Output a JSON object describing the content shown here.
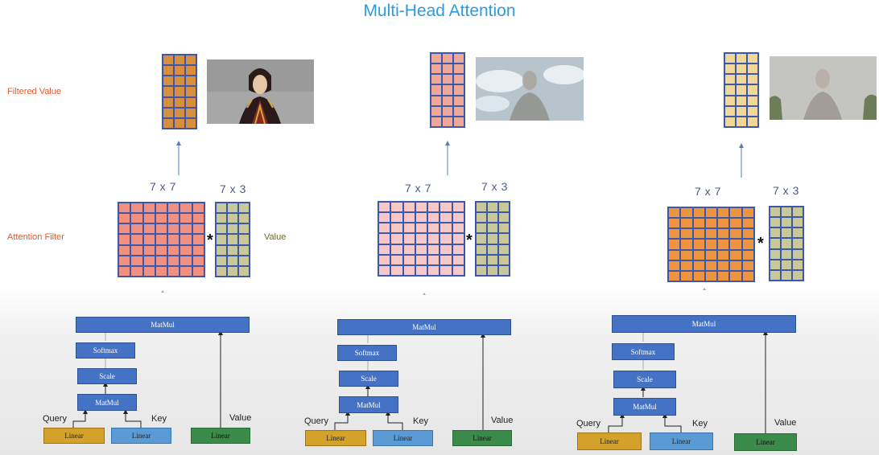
{
  "title": "Multi-Head Attention",
  "labels": {
    "filtered_value": "Filtered Value",
    "attention_filter": "Attention Filter",
    "value": "Value"
  },
  "heads": [
    {
      "attn_dim": "7 x 7",
      "value_dim": "7 x 3",
      "op": "*",
      "attn_color": "#f09080",
      "value_color": "#c8c89a",
      "filtered_color": "#d98e3e",
      "blocks": {
        "matmul_top": "MatMul",
        "softmax": "Softmax",
        "scale": "Scale",
        "matmul": "MatMul",
        "linear_q": "Linear",
        "linear_k": "Linear",
        "linear_v": "Linear"
      },
      "inputs": {
        "query": "Query",
        "key": "Key",
        "value": "Value"
      }
    },
    {
      "attn_dim": "7 x 7",
      "value_dim": "7 x 3",
      "op": "*",
      "attn_color": "#f8c8c8",
      "value_color": "#c8c89a",
      "filtered_color": "#eea898",
      "blocks": {
        "matmul_top": "MatMul",
        "softmax": "Softmax",
        "scale": "Scale",
        "matmul": "MatMul",
        "linear_q": "Linear",
        "linear_k": "Linear",
        "linear_v": "Linear"
      },
      "inputs": {
        "query": "Query",
        "key": "Key",
        "value": "Value"
      }
    },
    {
      "attn_dim": "7 x 7",
      "value_dim": "7 x 3",
      "op": "*",
      "attn_color": "#ec9440",
      "value_color": "#c8c89a",
      "filtered_color": "#f2d898",
      "blocks": {
        "matmul_top": "MatMul",
        "softmax": "Softmax",
        "scale": "Scale",
        "matmul": "MatMul",
        "linear_q": "Linear",
        "linear_k": "Linear",
        "linear_v": "Linear"
      },
      "inputs": {
        "query": "Query",
        "key": "Key",
        "value": "Value"
      }
    }
  ]
}
